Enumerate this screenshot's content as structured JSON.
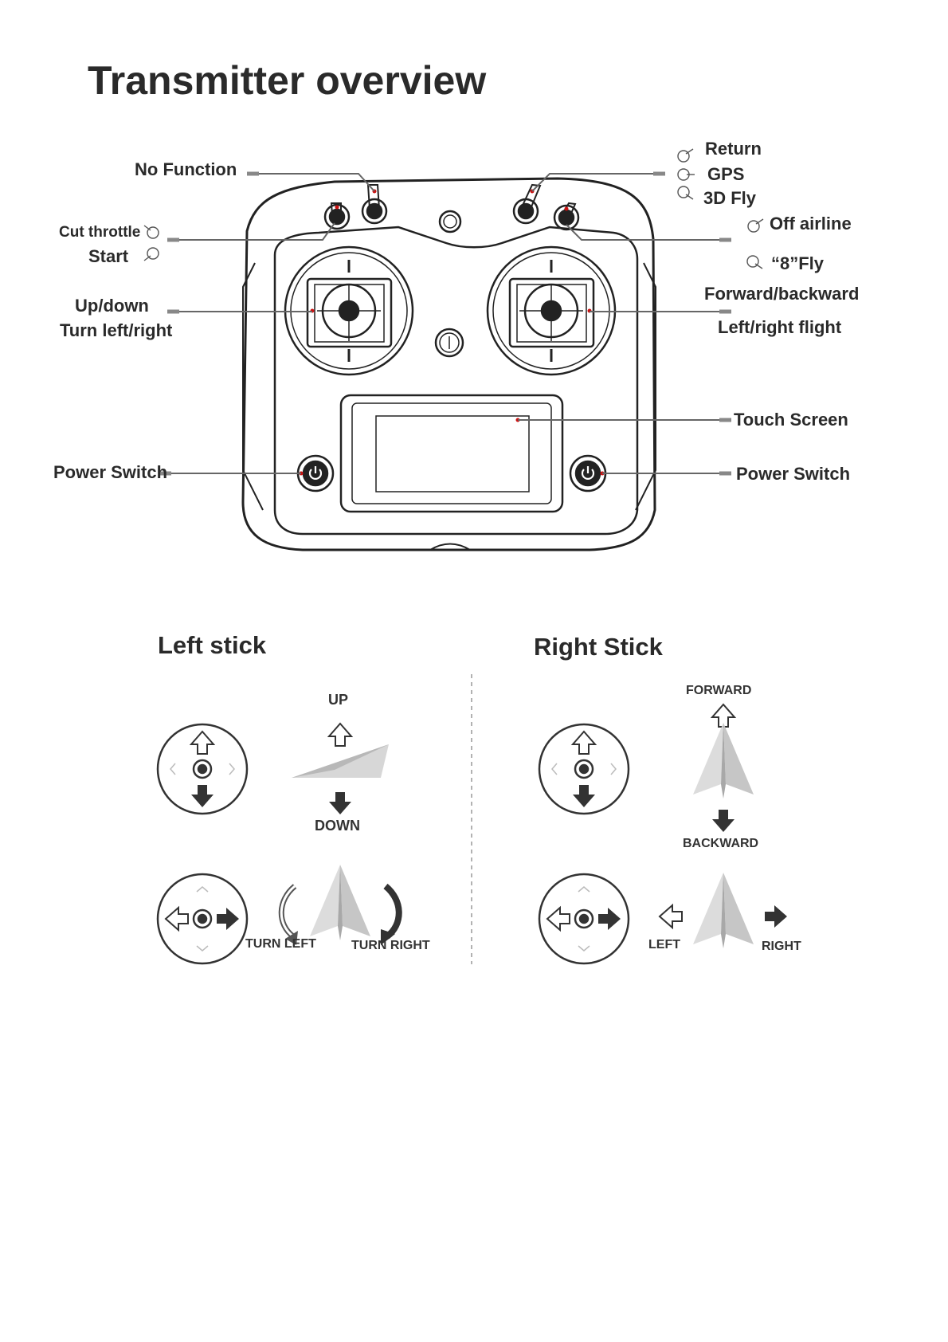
{
  "title": "Transmitter overview",
  "labels": {
    "no_function": "No Function",
    "cut_throttle": "Cut throttle",
    "start": "Start",
    "up_down": "Up/down",
    "turn_left_right": "Turn left/right",
    "power_switch_left": "Power Switch",
    "return": "Return",
    "gps": "GPS",
    "fly_3d": "3D Fly",
    "off_airline": "Off airline",
    "fly_8": "“8”Fly",
    "forward_backward": "Forward/backward",
    "left_right_flight": "Left/right flight",
    "touch_screen": "Touch Screen",
    "power_switch_right": "Power Switch"
  },
  "left_stick": {
    "heading": "Left stick",
    "up": "UP",
    "down": "DOWN",
    "turn_left": "TURN LEFT",
    "turn_right": "TURN RIGHT"
  },
  "right_stick": {
    "heading": "Right Stick",
    "forward": "FORWARD",
    "backward": "BACKWARD",
    "left": "LEFT",
    "right": "RIGHT"
  },
  "colors": {
    "ink": "#2a2a2a",
    "accent_dot": "#cc1111",
    "plane_grey": "#cfcfcf"
  }
}
